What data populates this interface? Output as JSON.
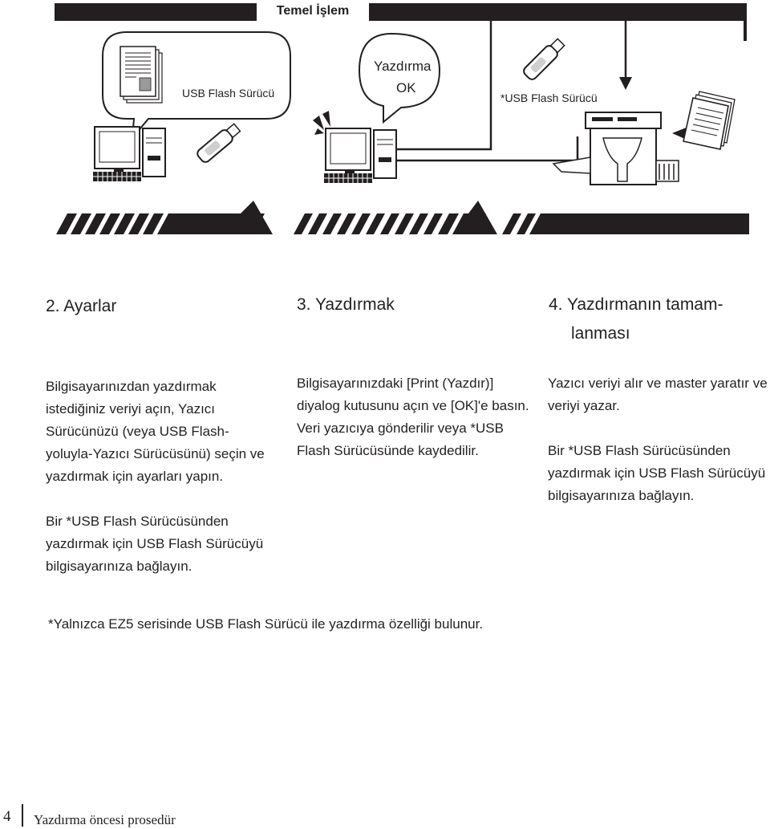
{
  "header": {
    "title": "Temel İşlem"
  },
  "illustration": {
    "bubble_left_label": "USB Flash Sürücü",
    "bubble_mid_line1": "Yazdırma",
    "bubble_mid_line2": "OK",
    "usb_right_label": "*USB Flash Sürücü",
    "icons": [
      "document-icon",
      "computer-icon",
      "usb-drive-icon",
      "printer-icon",
      "printed-pages-icon",
      "arrow-icon"
    ]
  },
  "steps": [
    {
      "title": "2. Ayarlar",
      "paragraph1": "Bilgisayarınızdan yazdırmak istediğiniz veriyi açın, Yazıcı Sürücünüzü (veya USB Flash-yoluyla-Yazıcı Sürücüsünü) seçin ve yazdırmak için ayarları yapın.",
      "paragraph2": "Bir *USB Flash Sürücüsünden yazdırmak için USB Flash Sürücüyü bilgisayarınıza bağlayın."
    },
    {
      "title": "3. Yazdırmak",
      "paragraph1": "Bilgisayarınızdaki [Print (Yazdır)] diyalog kutusunu açın ve [OK]'e basın. Veri yazıcıya gönderilir veya *USB Flash Sürücüsünde kaydedilir."
    },
    {
      "title_line1": "4. Yazdırmanın tamam-",
      "title_line2": "lanması",
      "paragraph1": "Yazıcı veriyi alır ve master yaratır ve veriyi yazar.",
      "paragraph2": "Bir *USB Flash Sürücüsünden yazdırmak için USB Flash Sürücüyü bilgisayarınıza bağlayın."
    }
  ],
  "footnote": "*Yalnızca EZ5 serisinde USB Flash Sürücü ile yazdırma özelliği bulunur.",
  "footer": {
    "page_number": "4",
    "section": "Yazdırma öncesi prosedür"
  },
  "colors": {
    "ink": "#231f20",
    "background": "#ffffff"
  }
}
